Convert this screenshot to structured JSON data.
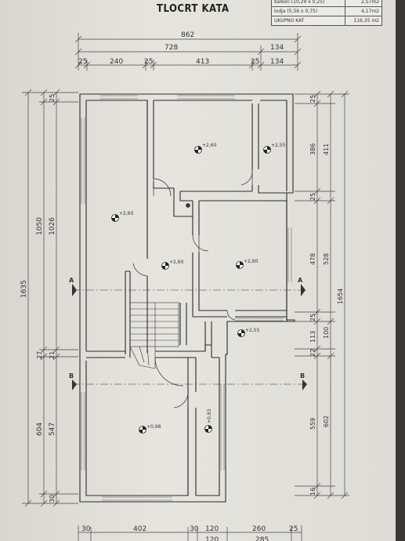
{
  "title": "TLOCRT KATA",
  "area_table": [
    {
      "label": "balkon (10,29 x 0,25)",
      "value": "2,57m2"
    },
    {
      "label": "lodja (5,56 x 0,75)",
      "value": "4,17m2"
    },
    {
      "label": "UKUPNO KAT",
      "value": "116,35 m2"
    }
  ],
  "dimensions": {
    "top_total": "862",
    "top_inner": "728",
    "top_right": "134",
    "top_seg_1": "25",
    "top_seg_2": "240",
    "top_seg_3": "25",
    "top_seg_4": "413",
    "top_seg_5": "25",
    "top_seg_6": "134",
    "left_overall": "1635",
    "left_upper_outer": "1050",
    "left_upper_inner": "1026",
    "left_top_wall": "25",
    "left_mid_a": "27",
    "left_mid_b": "21",
    "left_lower_outer": "604",
    "left_lower_inner": "547",
    "left_bottom_wall": "30",
    "right_top_wall": "25",
    "right_386": "386",
    "right_411": "411",
    "right_25b": "25",
    "right_478": "478",
    "right_528": "528",
    "right_1654": "1654",
    "right_25c": "25",
    "right_113": "113",
    "right_100": "100",
    "right_22": "22",
    "right_559": "559",
    "right_602": "602",
    "right_16": "16",
    "bottom_1": "30",
    "bottom_2": "402",
    "bottom_3": "30",
    "bottom_4": "120",
    "bottom_5": "260",
    "bottom_6": "25",
    "bottom_7": "120",
    "bottom_8": "285"
  },
  "levels": {
    "lvl_1": "+2,60",
    "lvl_2": "+2,55",
    "lvl_3": "+2,60",
    "lvl_4": "+2,60",
    "lvl_5": "+2,60",
    "lvl_6": "+2,55",
    "lvl_7": "+0,98",
    "lvl_8": "+0,93"
  },
  "sections": {
    "a": "A",
    "b": "B"
  }
}
